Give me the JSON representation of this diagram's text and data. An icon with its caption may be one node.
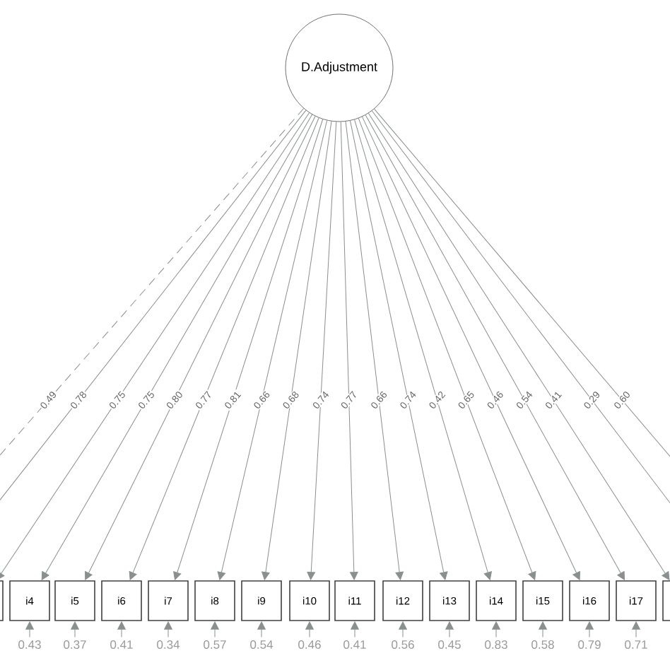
{
  "diagram": {
    "nodes": [
      {
        "text": [
          "D.Adjustment"
        ]
      },
      {
        "text": [],
        "shape": "box"
      },
      {
        "text": [
          "i4"
        ]
      },
      {
        "text": [
          "i5"
        ]
      },
      {
        "text": [
          "i6"
        ]
      },
      {
        "text": [
          "i7"
        ]
      },
      {
        "text": [
          "i8"
        ]
      },
      {
        "text": [
          "i9"
        ]
      },
      {
        "text": [
          "i10"
        ]
      },
      {
        "text": [
          "i11"
        ]
      },
      {
        "text": [
          "i12"
        ]
      },
      {
        "text": [
          "i13"
        ]
      },
      {
        "text": [
          "i14"
        ]
      },
      {
        "text": [
          "i15"
        ]
      },
      {
        "text": [
          "i16"
        ]
      },
      {
        "text": [
          "i17"
        ]
      },
      {
        "text": [],
        "shape": "box"
      },
      {
        "text": [
          "0.43"
        ]
      },
      {
        "text": [
          "0.37"
        ]
      },
      {
        "text": [
          "0.41"
        ]
      },
      {
        "text": [
          "0.34"
        ]
      },
      {
        "text": [
          "0.57"
        ]
      },
      {
        "text": [
          "0.54"
        ]
      },
      {
        "text": [
          "0.46"
        ]
      },
      {
        "text": [
          "0.41"
        ]
      },
      {
        "text": [
          "0.56"
        ]
      },
      {
        "text": [
          "0.45"
        ]
      },
      {
        "text": [
          "0.83"
        ]
      },
      {
        "text": [
          "0.58"
        ]
      },
      {
        "text": [
          "0.79"
        ]
      },
      {
        "text": [
          "0.71"
        ]
      }
    ],
    "edges": [
      {
        "from": 0,
        "to": null,
        "arrow": "none",
        "label": "0.49",
        "style": "dashed"
      },
      {
        "from": 0,
        "to": null,
        "arrow": "none",
        "label": "0.78"
      },
      {
        "from": 0,
        "to": 1,
        "arrow": "to",
        "label": "0.75"
      },
      {
        "from": 0,
        "to": 2,
        "arrow": "to",
        "label": "0.75"
      },
      {
        "from": 0,
        "to": 3,
        "arrow": "to",
        "label": "0.80"
      },
      {
        "from": 0,
        "to": 4,
        "arrow": "to",
        "label": "0.77"
      },
      {
        "from": 0,
        "to": 5,
        "arrow": "to",
        "label": "0.81"
      },
      {
        "from": 0,
        "to": 6,
        "arrow": "to",
        "label": "0.66"
      },
      {
        "from": 0,
        "to": 7,
        "arrow": "to",
        "label": "0.68"
      },
      {
        "from": 0,
        "to": 8,
        "arrow": "to",
        "label": "0.74"
      },
      {
        "from": 0,
        "to": 9,
        "arrow": "to",
        "label": "0.77"
      },
      {
        "from": 0,
        "to": 10,
        "arrow": "to",
        "label": "0.66"
      },
      {
        "from": 0,
        "to": 11,
        "arrow": "to",
        "label": "0.74"
      },
      {
        "from": 0,
        "to": 12,
        "arrow": "to",
        "label": "0.42"
      },
      {
        "from": 0,
        "to": 13,
        "arrow": "to",
        "label": "0.65"
      },
      {
        "from": 0,
        "to": 14,
        "arrow": "to",
        "label": "0.46"
      },
      {
        "from": 0,
        "to": 15,
        "arrow": "to",
        "label": "0.54"
      },
      {
        "from": 0,
        "to": 16,
        "arrow": "to",
        "label": "0.41"
      },
      {
        "from": 0,
        "to": null,
        "arrow": "none",
        "label": "0.29"
      },
      {
        "from": 0,
        "to": null,
        "arrow": "none",
        "label": "0.60"
      },
      {
        "from": 17,
        "to": 2,
        "arrow": "to"
      },
      {
        "from": 18,
        "to": 3,
        "arrow": "to"
      },
      {
        "from": 19,
        "to": 4,
        "arrow": "to"
      },
      {
        "from": 20,
        "to": 5,
        "arrow": "to"
      },
      {
        "from": 21,
        "to": 6,
        "arrow": "to"
      },
      {
        "from": 22,
        "to": 7,
        "arrow": "to"
      },
      {
        "from": 23,
        "to": 8,
        "arrow": "to"
      },
      {
        "from": 24,
        "to": 9,
        "arrow": "to"
      },
      {
        "from": 25,
        "to": 10,
        "arrow": "to"
      },
      {
        "from": 26,
        "to": 11,
        "arrow": "to"
      },
      {
        "from": 27,
        "to": 12,
        "arrow": "to"
      },
      {
        "from": 28,
        "to": 13,
        "arrow": "to"
      },
      {
        "from": 29,
        "to": 14,
        "arrow": "to"
      },
      {
        "from": 30,
        "to": 15,
        "arrow": "to"
      }
    ]
  }
}
